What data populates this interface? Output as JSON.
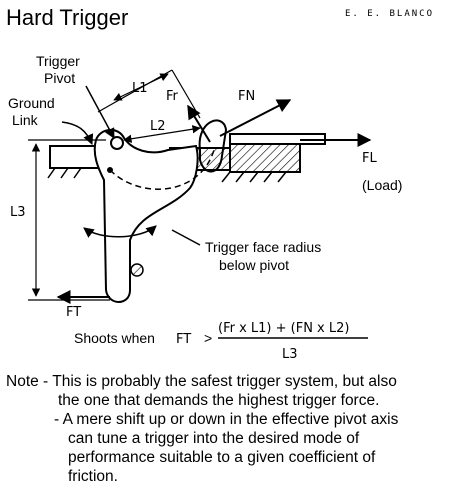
{
  "title": "Hard Trigger",
  "author": "E. E. BLANCO",
  "labels": {
    "trigger": "Trigger",
    "pivot": "Pivot",
    "ground": "Ground",
    "link": "Link",
    "l1": "L1",
    "l2": "L2",
    "l3": "L3",
    "fr": "Fr",
    "fn": "FN",
    "fl": "FL",
    "load": "(Load)",
    "ft": "FT",
    "face_radius_1": "Trigger face radius",
    "face_radius_2": "below pivot"
  },
  "formula": {
    "prefix": "Shoots when",
    "lhs": "FT",
    "op": ">",
    "numerator": "(Fr x L1) + (FN x L2)",
    "denominator": "L3"
  },
  "notes": {
    "line1": "Note - This is probably the safest trigger system, but also",
    "line2": "the one that demands the highest trigger force.",
    "line3": "- A mere shift up or down in the effective pivot axis",
    "line4": "can tune a trigger into the desired mode of",
    "line5": "performance suitable to a given coefficient of",
    "line6": "friction."
  }
}
